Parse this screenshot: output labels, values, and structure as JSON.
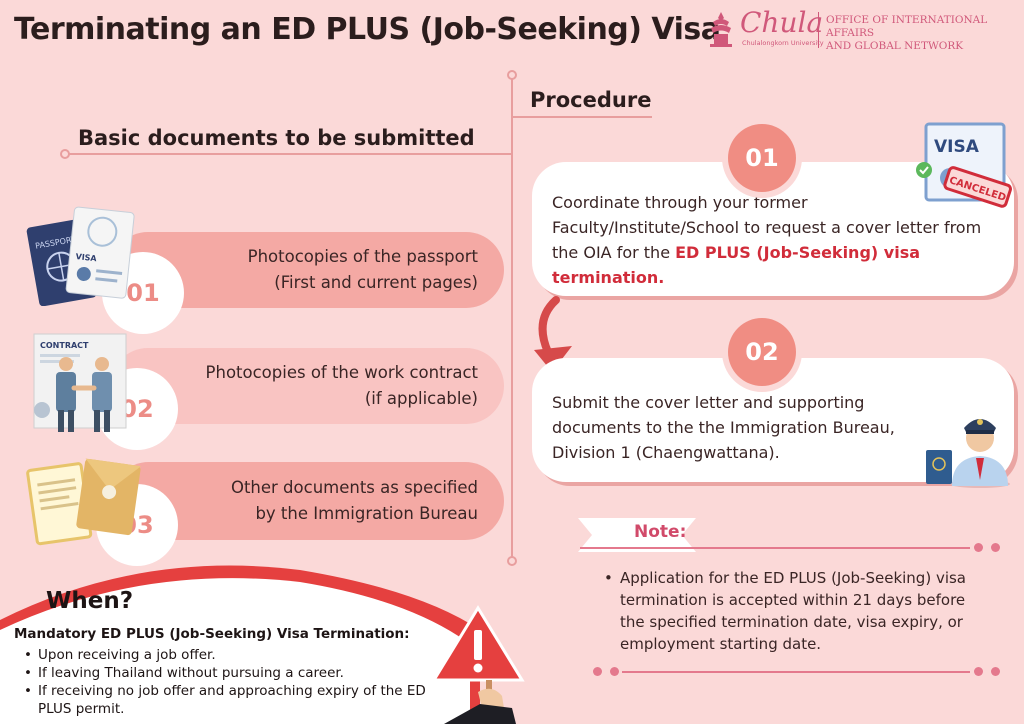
{
  "header": {
    "title": "Terminating an ED PLUS (Job-Seeking) Visa",
    "logo_word": "Chula",
    "logo_sub": "Chulalongkorn University",
    "office_line1": "OFFICE OF INTERNATIONAL AFFAIRS",
    "office_line2": "AND GLOBAL NETWORK"
  },
  "basic": {
    "heading": "Basic documents to be submitted",
    "items": [
      {
        "num": "01",
        "line1": "Photocopies of the passport",
        "line2": "(First and current pages)",
        "icon": "passport-icon"
      },
      {
        "num": "02",
        "line1": "Photocopies of the work contract",
        "line2": "(if applicable)",
        "icon": "contract-icon"
      },
      {
        "num": "03",
        "line1": "Other documents as specified",
        "line2": "by the Immigration Bureau",
        "icon": "documents-icon"
      }
    ]
  },
  "procedure": {
    "heading": "Procedure",
    "steps": [
      {
        "num": "01",
        "text": "Coordinate through your former Faculty/Institute/School to request a cover letter from the OIA for the ",
        "highlight": "ED PLUS (Job-Seeking) visa termination."
      },
      {
        "num": "02",
        "text": "Submit the cover letter and supporting documents to the the Immigration Bureau, Division 1 (Chaengwattana)."
      }
    ],
    "visa_stamp_top": "VISA",
    "visa_stamp_cancel": "CANCELED"
  },
  "note": {
    "label": "Note:",
    "items": [
      "Application for the ED PLUS (Job-Seeking) visa termination is accepted within 21 days before the specified termination date, visa expiry, or employment starting date."
    ]
  },
  "when": {
    "title": "When?",
    "subtitle": "Mandatory ED PLUS (Job-Seeking) Visa Termination:",
    "items": [
      "Upon receiving a job offer.",
      "If leaving Thailand without pursuing a career.",
      "If receiving no job offer and approaching expiry of the ED PLUS permit."
    ]
  },
  "colors": {
    "background": "#fbd9d8",
    "accent": "#f08d83",
    "highlight_red": "#d12c3a",
    "brand_pink": "#d0587a"
  }
}
